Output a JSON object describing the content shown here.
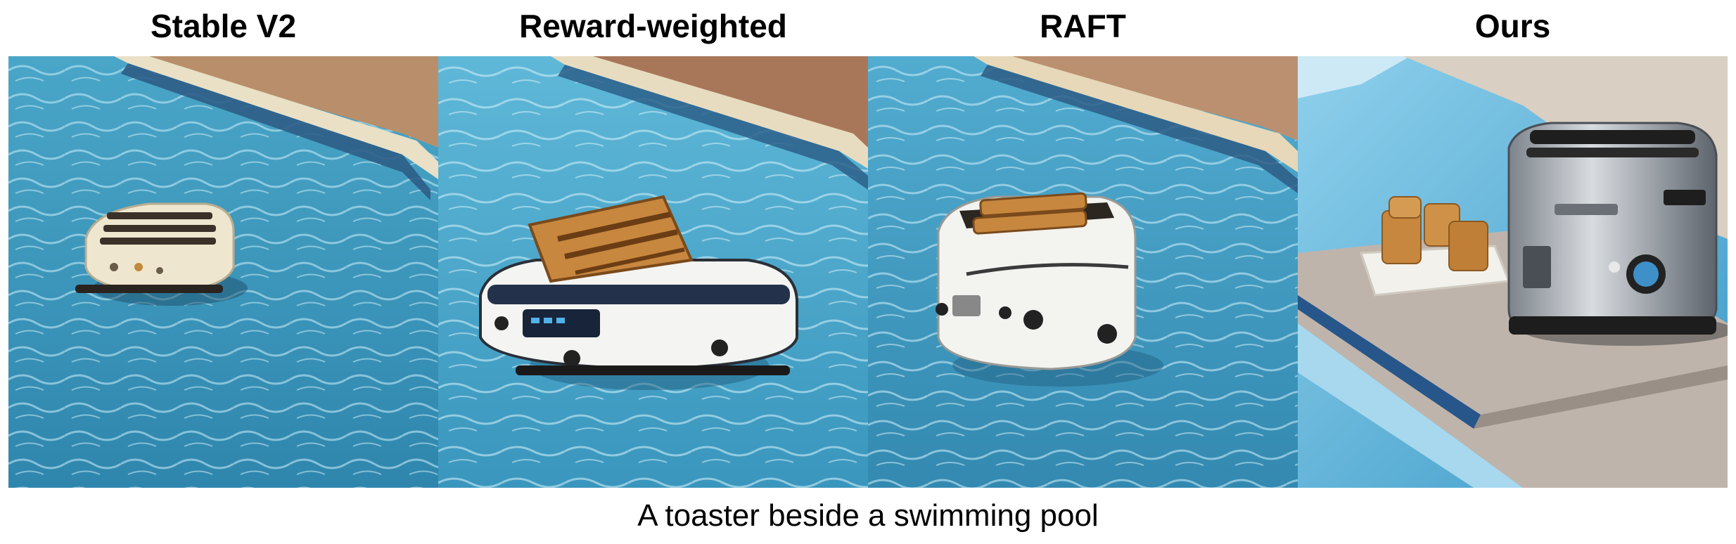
{
  "columns": [
    {
      "label": "Stable V2"
    },
    {
      "label": "Reward-weighted"
    },
    {
      "label": "RAFT"
    },
    {
      "label": "Ours"
    }
  ],
  "caption": "A toaster beside a swimming pool",
  "colors": {
    "water_light": "#7fc6e0",
    "water_dark": "#2f8fb4",
    "deck": "#c9a27e",
    "coping": "#e8dcc0",
    "tile": "#2c5f8a",
    "toaster_cream": "#efe6cf",
    "toaster_white": "#f4f4f2",
    "toaster_chrome": "#a9adb3",
    "toast": "#c8873e"
  },
  "images": [
    {
      "subject": "cream toaster floating in pool"
    },
    {
      "subject": "white toaster with toast on top in pool"
    },
    {
      "subject": "white toaster with two slices in pool"
    },
    {
      "subject": "chrome toaster on pool deck with bread plate"
    }
  ]
}
